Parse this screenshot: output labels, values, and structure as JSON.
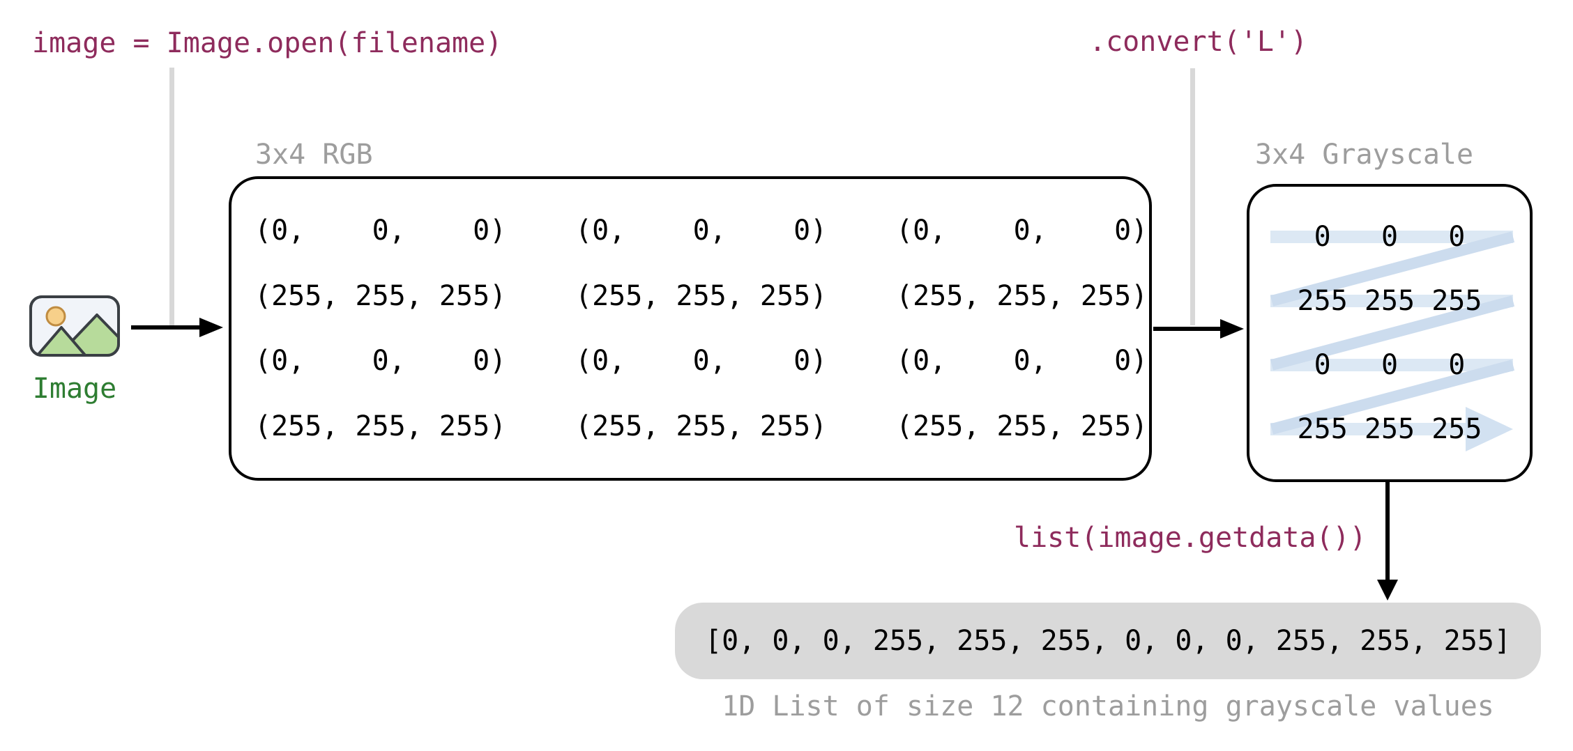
{
  "figure": {
    "code_open": "image = Image.open(filename)",
    "code_convert": ".convert('L')",
    "code_getdata": "list(image.getdata())",
    "source_image": {
      "label": "Image"
    },
    "rgb_matrix": {
      "title": "3x4 RGB",
      "rows": [
        [
          "(0,    0,    0)",
          "(0,    0,    0)",
          "(0,    0,    0)"
        ],
        [
          "(255, 255, 255)",
          "(255, 255, 255)",
          "(255, 255, 255)"
        ],
        [
          "(0,    0,    0)",
          "(0,    0,    0)",
          "(0,    0,    0)"
        ],
        [
          "(255, 255, 255)",
          "(255, 255, 255)",
          "(255, 255, 255)"
        ]
      ]
    },
    "grayscale_matrix": {
      "title": "3x4 Grayscale",
      "rows": [
        "0   0   0",
        "255 255 255",
        "0   0   0",
        "255 255 255"
      ]
    },
    "result_list": "[0, 0, 0, 255, 255, 255, 0, 0, 0, 255, 255, 255]",
    "result_caption": "1D List of size 12 containing grayscale values"
  },
  "colors": {
    "code": "#8E2B5C",
    "muted": "#9D9D9D",
    "guide": "#D8D8D8",
    "band": "#DCE8F4",
    "diag": "#CCDCEE",
    "head": "#D2E1F1",
    "listbg": "#D9D9D9",
    "green": "#2E7D32",
    "ink": "#000000"
  }
}
